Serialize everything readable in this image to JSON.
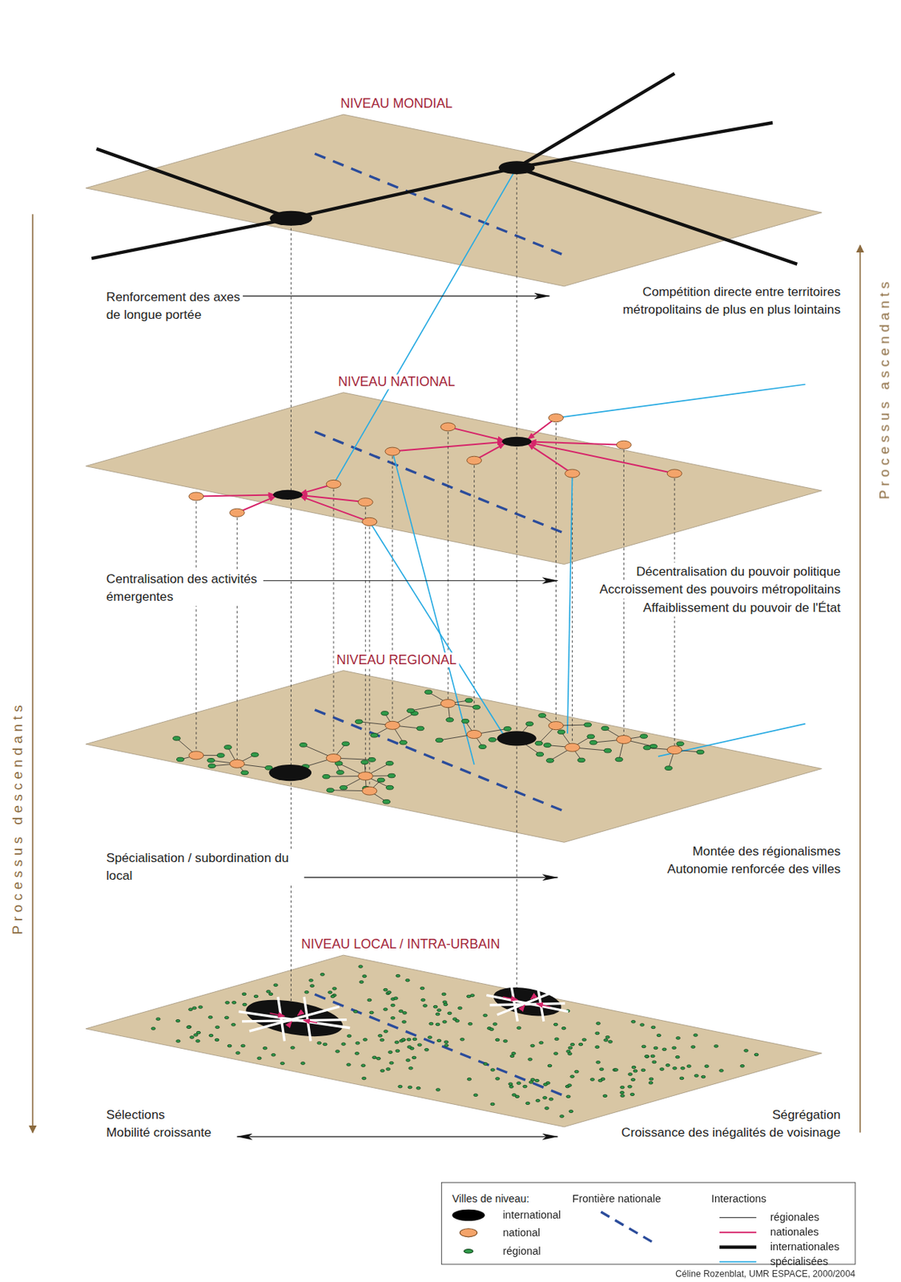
{
  "diagram": {
    "caption": "Céline Rozenblat, UMR ESPACE, 2000/2004",
    "nodes": [
      {
        "text": [
          "NIVEAU MONDIAL"
        ]
      },
      {
        "text": [
          "NIVEAU NATIONAL"
        ]
      },
      {
        "text": [
          "NIVEAU REGIONAL"
        ]
      },
      {
        "text": [
          "NIVEAU LOCAL / INTRA-URBAIN"
        ]
      }
    ],
    "labels": [
      "Renforcement des axes de longue portée",
      "Compétition directe entre territoires métropolitains de plus en plus lointains",
      "Centralisation des activités émergentes",
      "Décentralisation du pouvoir politique",
      "Accroissement des pouvoirs métropolitains",
      "Affaiblissement du pouvoir de l'État",
      "Spécialisation / subordination du local",
      "Montée des régionalismes",
      "Autonomie renforcée des villes",
      "Sélections",
      "Mobilité croissante",
      "Ségrégation",
      "Croissance des inégalités de voisinage",
      "Processus descendants",
      "Processus ascendants",
      "Villes de niveau:",
      "Interactions"
    ],
    "legend": [
      {
        "text": "international",
        "color": "#000000"
      },
      {
        "text": "national",
        "color": "#f4a46a"
      },
      {
        "text": "régional",
        "color": "#2f9a48"
      },
      {
        "text": "Frontière nationale"
      },
      {
        "text": "régionales"
      },
      {
        "text": "nationales"
      },
      {
        "text": "internationales"
      },
      {
        "text": "spécialisées"
      }
    ]
  }
}
